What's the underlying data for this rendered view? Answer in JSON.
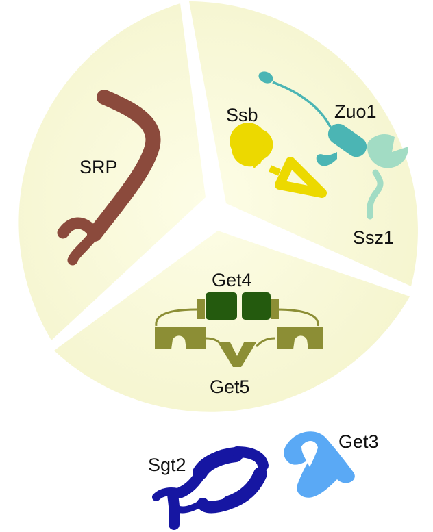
{
  "labels": {
    "srp": "SRP",
    "ssb": "Ssb",
    "zuo1": "Zuo1",
    "ssz1": "Ssz1",
    "get4": "Get4",
    "get5": "Get5",
    "sgt2": "Sgt2",
    "get3": "Get3"
  },
  "colors": {
    "srp": "#8b4a3c",
    "ssb": "#ecd900",
    "zuo1": "#4bb5b4",
    "ssz1": "#a2dcc4",
    "get4": "#245a0e",
    "get5": "#8c8e35",
    "sgt2": "#1616a2",
    "get3": "#5aa9f5",
    "sector_center": "#fbfbe0",
    "sector_edge": "#f6f6d2"
  }
}
